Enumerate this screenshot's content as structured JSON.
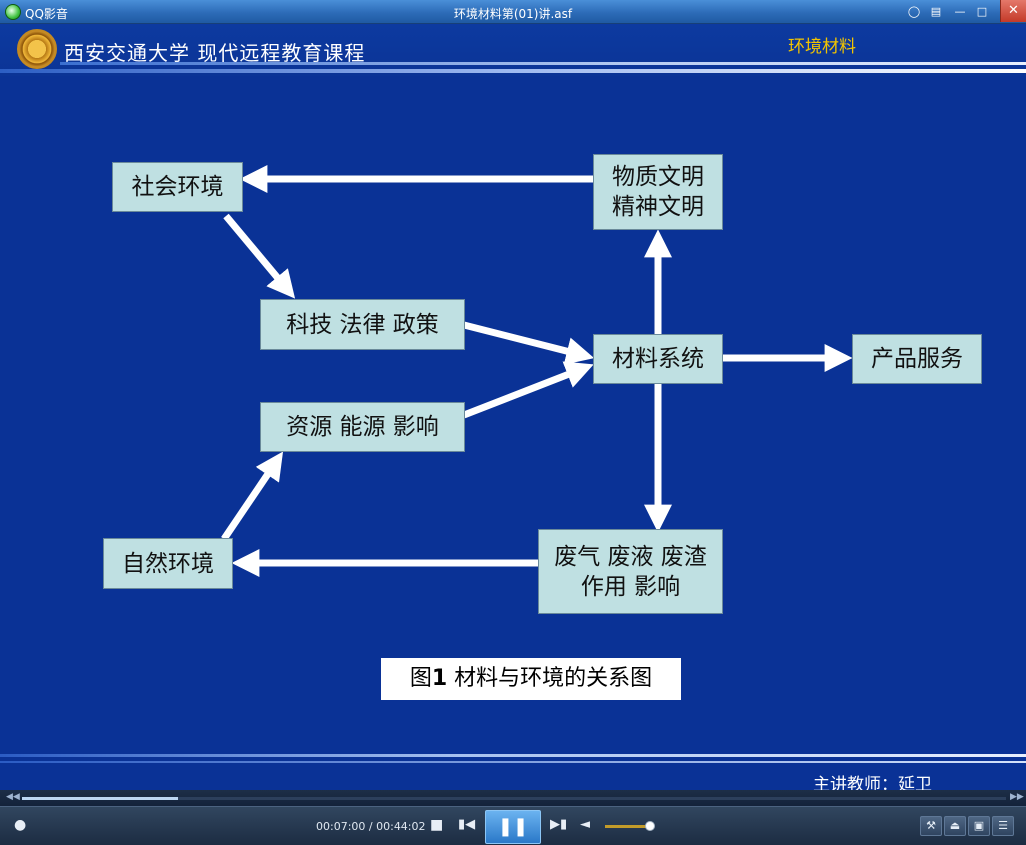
{
  "app": {
    "name": "QQ影音",
    "window_title": "环境材料第(01)讲.asf"
  },
  "slide": {
    "university": "西安交通大学 现代远程教育课程",
    "course": "环境材料",
    "lecturer": "主讲教师：延卫",
    "nodes": {
      "social_env": "社会环境",
      "civilization_1": "物质文明",
      "civilization_2": "精神文明",
      "tech_law": "科技 法律 政策",
      "material_system": "材料系统",
      "product_service": "产品服务",
      "resource_energy": "资源 能源 影响",
      "natural_env": "自然环境",
      "waste_1": "废气 废液 废渣",
      "waste_2": "作用 影响"
    },
    "caption_prefix": "图",
    "caption_number": "1",
    "caption_text": " 材料与环境的关系图"
  },
  "player": {
    "current_time": "00:07:00",
    "total_time": "00:44:02",
    "time_separator": " / ",
    "progress": 0.159,
    "volume": 0.8,
    "icons": {
      "app": "qq-player-icon",
      "pin": "speech-bubble-icon",
      "mini": "mini-mode-icon",
      "minimize": "minimize-icon",
      "maximize": "maximize-icon",
      "close": "close-icon",
      "footprint": "footprint-icon",
      "stop": "stop-icon",
      "prev": "previous-icon",
      "pause": "pause-icon",
      "next": "next-icon",
      "volume": "speaker-icon",
      "tools": "wrench-icon",
      "eject": "eject-icon",
      "screen": "screen-icon",
      "playlist": "playlist-icon"
    }
  }
}
